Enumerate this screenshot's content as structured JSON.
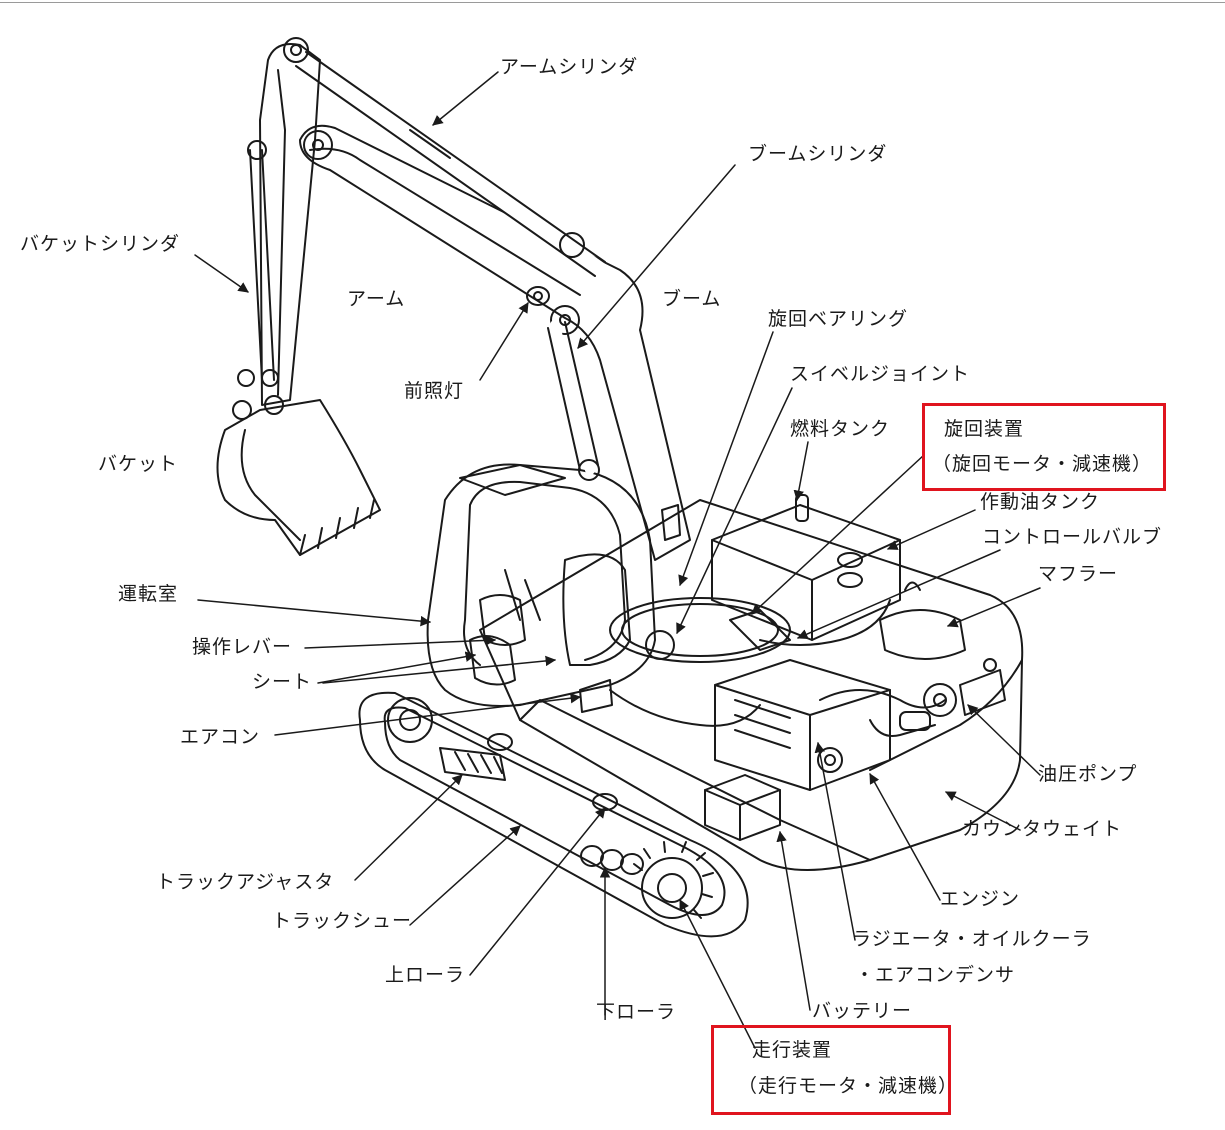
{
  "labels": {
    "arm_cylinder": "アームシリンダ",
    "boom_cylinder": "ブームシリンダ",
    "bucket_cylinder": "バケットシリンダ",
    "arm": "アーム",
    "boom": "ブーム",
    "swing_bearing": "旋回ベアリング",
    "swivel_joint": "スイベルジョイント",
    "front_light": "前照灯",
    "fuel_tank": "燃料タンク",
    "swing_device": "旋回装置",
    "swing_device_sub": "（旋回モータ・減速機）",
    "hydraulic_tank": "作動油タンク",
    "control_valve": "コントロールバルブ",
    "bucket": "バケット",
    "muffler": "マフラー",
    "cab": "運転室",
    "lever": "操作レバー",
    "seat": "シート",
    "aircon": "エアコン",
    "hydraulic_pump": "油圧ポンプ",
    "counterweight": "カウンタウェイト",
    "track_adjuster": "トラックアジャスタ",
    "engine": "エンジン",
    "track_shoe": "トラックシュー",
    "radiator": "ラジエータ・オイルクーラ",
    "condenser": "・エアコンデンサ",
    "upper_roller": "上ローラ",
    "lower_roller": "下ローラ",
    "battery": "バッテリー",
    "travel_device": "走行装置",
    "travel_device_sub": "（走行モータ・減速機）"
  },
  "colors": {
    "highlight": "#e0141e",
    "line": "#1a1a1a"
  }
}
